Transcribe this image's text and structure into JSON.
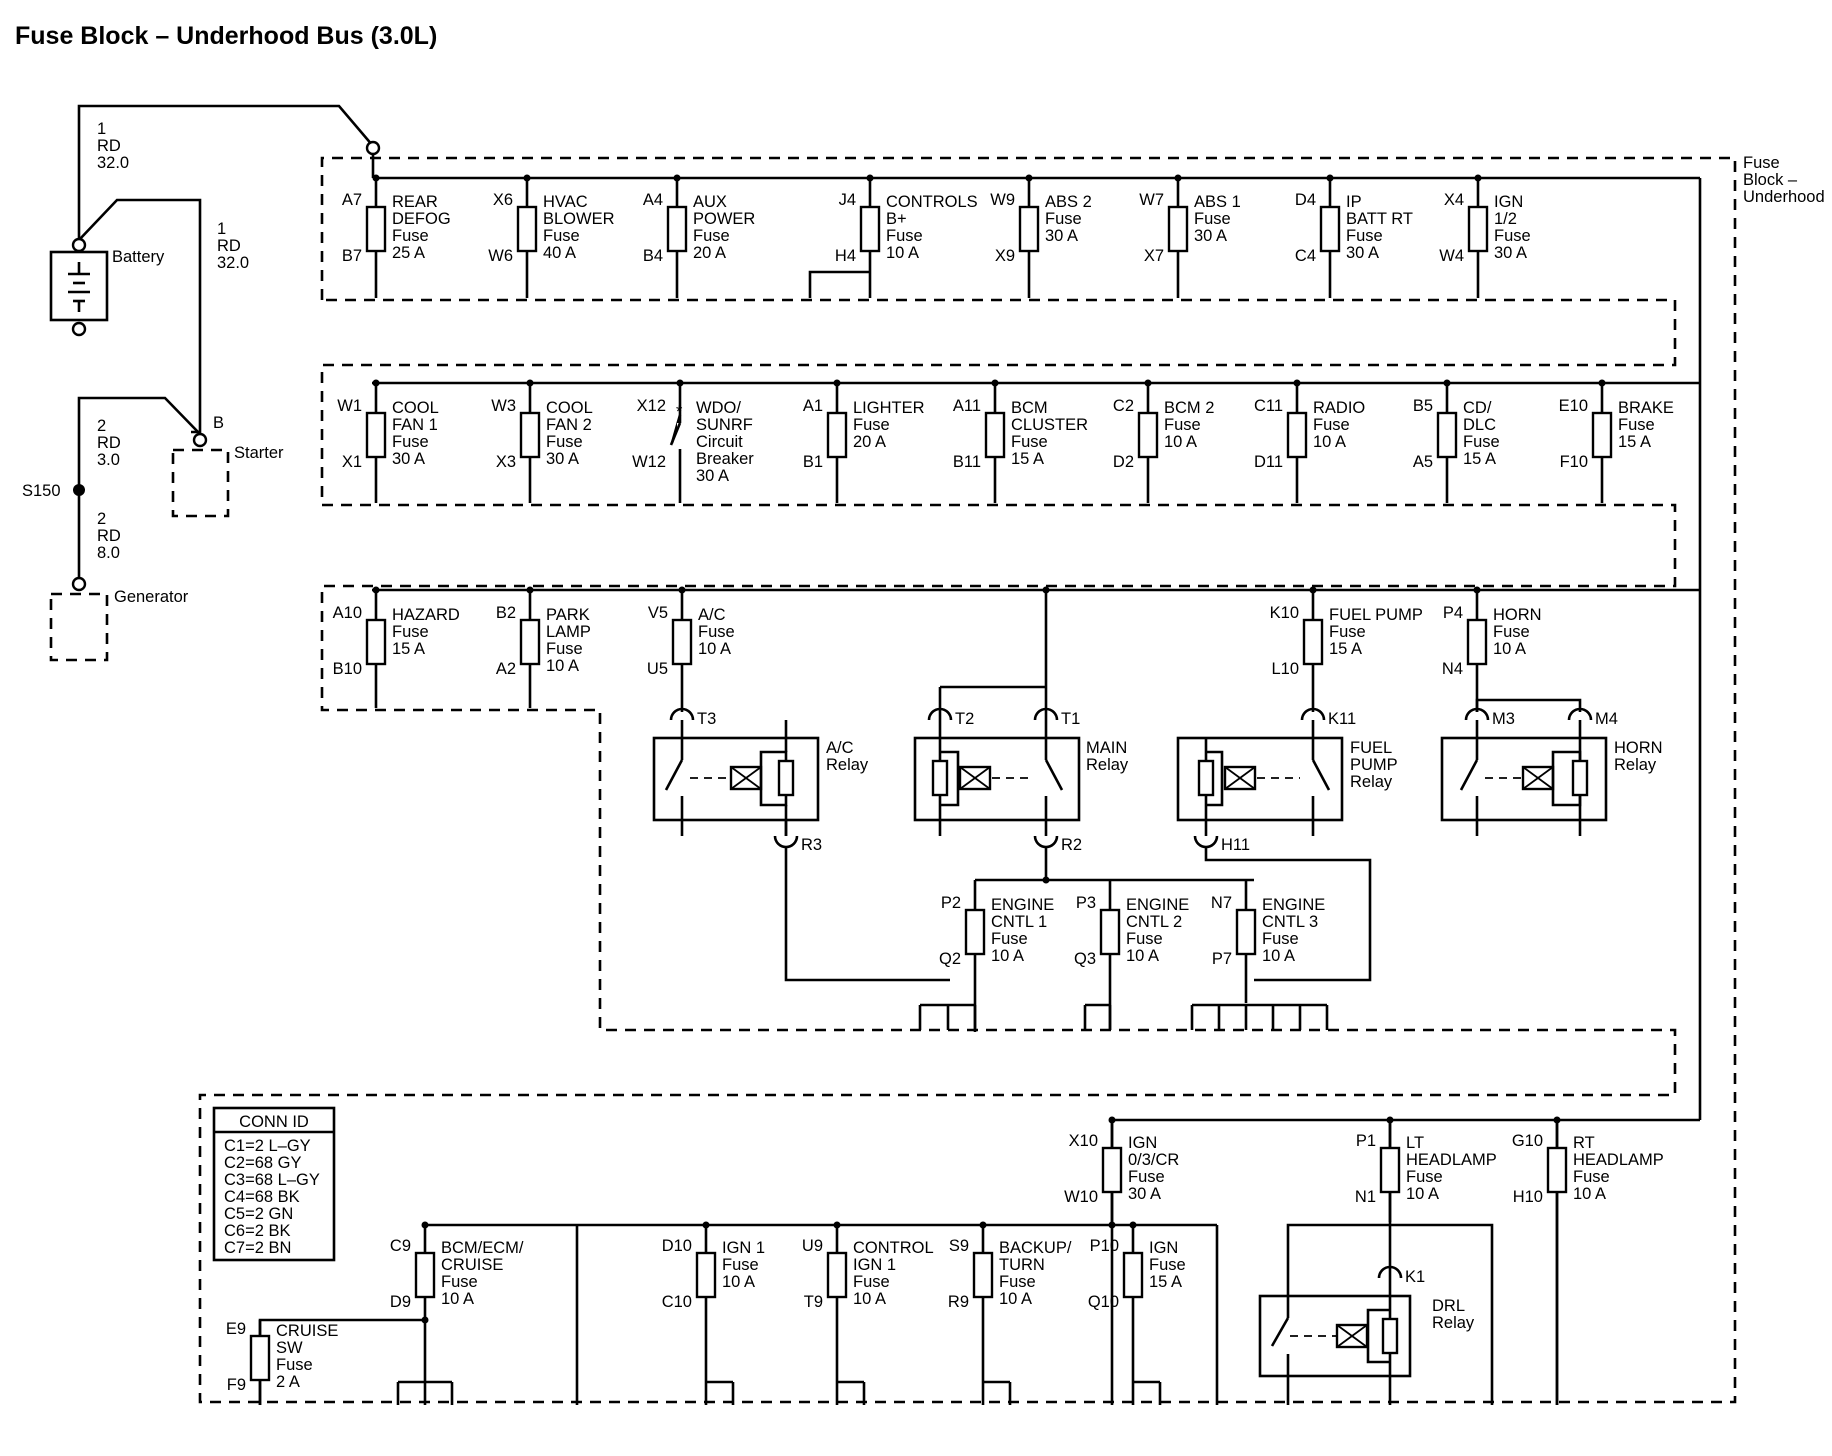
{
  "title": "Fuse Block – Underhood Bus (3.0L)",
  "block_name": [
    "Fuse",
    "Block –",
    "Underhood"
  ],
  "battery_wire": [
    "1",
    "RD",
    "32.0"
  ],
  "starter_wire": [
    "1",
    "RD",
    "32.0"
  ],
  "splice_upper_wire": [
    "2",
    "RD",
    "3.0"
  ],
  "splice_lower_wire": [
    "2",
    "RD",
    "8.0"
  ],
  "components": {
    "battery": "Battery",
    "starter": "Starter",
    "starter_terminal": "B",
    "generator": "Generator",
    "splice": "S150"
  },
  "row1_fuses": [
    {
      "top": "A7",
      "bottom": "B7",
      "name": [
        "REAR",
        "DEFOG"
      ],
      "type": "Fuse",
      "rating": "25 A"
    },
    {
      "top": "X6",
      "bottom": "W6",
      "name": [
        "HVAC",
        "BLOWER"
      ],
      "type": "Fuse",
      "rating": "40 A"
    },
    {
      "top": "A4",
      "bottom": "B4",
      "name": [
        "AUX",
        "POWER"
      ],
      "type": "Fuse",
      "rating": "20 A"
    },
    {
      "top": "J4",
      "bottom": "H4",
      "name": [
        "CONTROLS",
        "B+"
      ],
      "type": "Fuse",
      "rating": "10 A"
    },
    {
      "top": "W9",
      "bottom": "X9",
      "name": [
        "ABS 2"
      ],
      "type": "Fuse",
      "rating": "30 A"
    },
    {
      "top": "W7",
      "bottom": "X7",
      "name": [
        "ABS 1"
      ],
      "type": "Fuse",
      "rating": "30 A"
    },
    {
      "top": "D4",
      "bottom": "C4",
      "name": [
        "IP",
        "BATT RT"
      ],
      "type": "Fuse",
      "rating": "30 A"
    },
    {
      "top": "X4",
      "bottom": "W4",
      "name": [
        "IGN",
        "1/2"
      ],
      "type": "Fuse",
      "rating": "30 A"
    }
  ],
  "row2_fuses": [
    {
      "top": "W1",
      "bottom": "X1",
      "name": [
        "COOL",
        "FAN 1"
      ],
      "type": "Fuse",
      "rating": "30 A"
    },
    {
      "top": "W3",
      "bottom": "X3",
      "name": [
        "COOL",
        "FAN 2"
      ],
      "type": "Fuse",
      "rating": "30 A"
    },
    {
      "top": "X12",
      "bottom": "W12",
      "name": [
        "WDO/",
        "SUNRF",
        "Circuit",
        "Breaker"
      ],
      "type": "",
      "rating": "30 A",
      "breaker": true
    },
    {
      "top": "A1",
      "bottom": "B1",
      "name": [
        "LIGHTER"
      ],
      "type": "Fuse",
      "rating": "20 A"
    },
    {
      "top": "A11",
      "bottom": "B11",
      "name": [
        "BCM",
        "CLUSTER"
      ],
      "type": "Fuse",
      "rating": "15 A"
    },
    {
      "top": "C2",
      "bottom": "D2",
      "name": [
        "BCM 2"
      ],
      "type": "Fuse",
      "rating": "10 A"
    },
    {
      "top": "C11",
      "bottom": "D11",
      "name": [
        "RADIO"
      ],
      "type": "Fuse",
      "rating": "10 A"
    },
    {
      "top": "B5",
      "bottom": "A5",
      "name": [
        "CD/",
        "DLC"
      ],
      "type": "Fuse",
      "rating": "15 A"
    },
    {
      "top": "E10",
      "bottom": "F10",
      "name": [
        "BRAKE"
      ],
      "type": "Fuse",
      "rating": "15 A"
    }
  ],
  "row3_fuses": [
    {
      "top": "A10",
      "bottom": "B10",
      "name": [
        "HAZARD"
      ],
      "type": "Fuse",
      "rating": "15 A"
    },
    {
      "top": "B2",
      "bottom": "A2",
      "name": [
        "PARK",
        "LAMP"
      ],
      "type": "Fuse",
      "rating": "10 A"
    },
    {
      "top": "V5",
      "bottom": "U5",
      "name": [
        "A/C"
      ],
      "type": "Fuse",
      "rating": "10 A"
    },
    {
      "top": "K10",
      "bottom": "L10",
      "name": [
        "FUEL PUMP"
      ],
      "type": "Fuse",
      "rating": "15 A"
    },
    {
      "top": "P4",
      "bottom": "N4",
      "name": [
        "HORN"
      ],
      "type": "Fuse",
      "rating": "10 A"
    }
  ],
  "relays": [
    {
      "name": [
        "A/C",
        "Relay"
      ],
      "pins": [
        "T3",
        "R3"
      ]
    },
    {
      "name": [
        "MAIN",
        "Relay"
      ],
      "pins": [
        "T2",
        "T1",
        "R2"
      ]
    },
    {
      "name": [
        "FUEL",
        "PUMP",
        "Relay"
      ],
      "pins": [
        "K11",
        "H11"
      ]
    },
    {
      "name": [
        "HORN",
        "Relay"
      ],
      "pins": [
        "M3",
        "M4"
      ]
    },
    {
      "name": [
        "DRL",
        "Relay"
      ],
      "pins": [
        "K1"
      ]
    }
  ],
  "engine_fuses": [
    {
      "top": "P2",
      "bottom": "Q2",
      "name": [
        "ENGINE",
        "CNTL 1"
      ],
      "type": "Fuse",
      "rating": "10 A"
    },
    {
      "top": "P3",
      "bottom": "Q3",
      "name": [
        "ENGINE",
        "CNTL 2"
      ],
      "type": "Fuse",
      "rating": "10 A"
    },
    {
      "top": "N7",
      "bottom": "P7",
      "name": [
        "ENGINE",
        "CNTL 3"
      ],
      "type": "Fuse",
      "rating": "10 A"
    }
  ],
  "row4_fuses": [
    {
      "top": "X10",
      "bottom": "W10",
      "name": [
        "IGN",
        "0/3/CR"
      ],
      "type": "Fuse",
      "rating": "30 A"
    },
    {
      "top": "P1",
      "bottom": "N1",
      "name": [
        "LT",
        "HEADLAMP"
      ],
      "type": "Fuse",
      "rating": "10 A"
    },
    {
      "top": "G10",
      "bottom": "H10",
      "name": [
        "RT",
        "HEADLAMP"
      ],
      "type": "Fuse",
      "rating": "10 A"
    }
  ],
  "row5_fuses": [
    {
      "top": "C9",
      "bottom": "D9",
      "name": [
        "BCM/ECM/",
        "CRUISE"
      ],
      "type": "Fuse",
      "rating": "10 A"
    },
    {
      "top": "D10",
      "bottom": "C10",
      "name": [
        "IGN 1"
      ],
      "type": "Fuse",
      "rating": "10 A"
    },
    {
      "top": "U9",
      "bottom": "T9",
      "name": [
        "CONTROL",
        "IGN 1"
      ],
      "type": "Fuse",
      "rating": "10 A"
    },
    {
      "top": "S9",
      "bottom": "R9",
      "name": [
        "BACKUP/",
        "TURN"
      ],
      "type": "Fuse",
      "rating": "10 A"
    },
    {
      "top": "P10",
      "bottom": "Q10",
      "name": [
        "IGN"
      ],
      "type": "Fuse",
      "rating": "15 A"
    },
    {
      "top": "E9",
      "bottom": "F9",
      "name": [
        "CRUISE",
        "SW"
      ],
      "type": "Fuse",
      "rating": "2 A"
    }
  ],
  "conn_id": {
    "header": "CONN ID",
    "rows": [
      "C1=2 L–GY",
      "C2=68 GY",
      "C3=68 L–GY",
      "C4=68 BK",
      "C5=2 GN",
      "C6=2 BK",
      "C7=2 BN"
    ]
  }
}
